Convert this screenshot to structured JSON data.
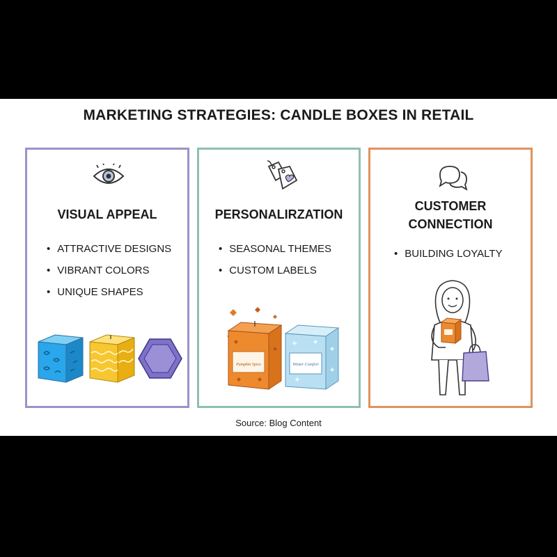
{
  "title": "MARKETING STRATEGIES: CANDLE BOXES IN RETAIL",
  "colors": {
    "visual": "#9a92cc",
    "personal": "#8fc0ad",
    "customer": "#e0925e"
  },
  "cards": [
    {
      "title": "VISUAL APPEAL",
      "icon": "eye-icon",
      "bullets": [
        "ATTRACTIVE DESIGNS",
        "VIBRANT COLORS",
        "UNIQUE SHAPES"
      ]
    },
    {
      "title": "PERSONALIRZATION",
      "icon": "tag-heart-icon",
      "bullets": [
        "SEASONAL THEMES",
        "CUSTOM LABELS"
      ],
      "box_labels": [
        "Pumpkin Spice",
        "Winter Comfort"
      ]
    },
    {
      "title": "CUSTOMER CONNECTION",
      "icon": "chat-bubbles-icon",
      "bullets": [
        "BUILDING LOYALTY"
      ]
    }
  ],
  "source": "Source: Blog Content"
}
